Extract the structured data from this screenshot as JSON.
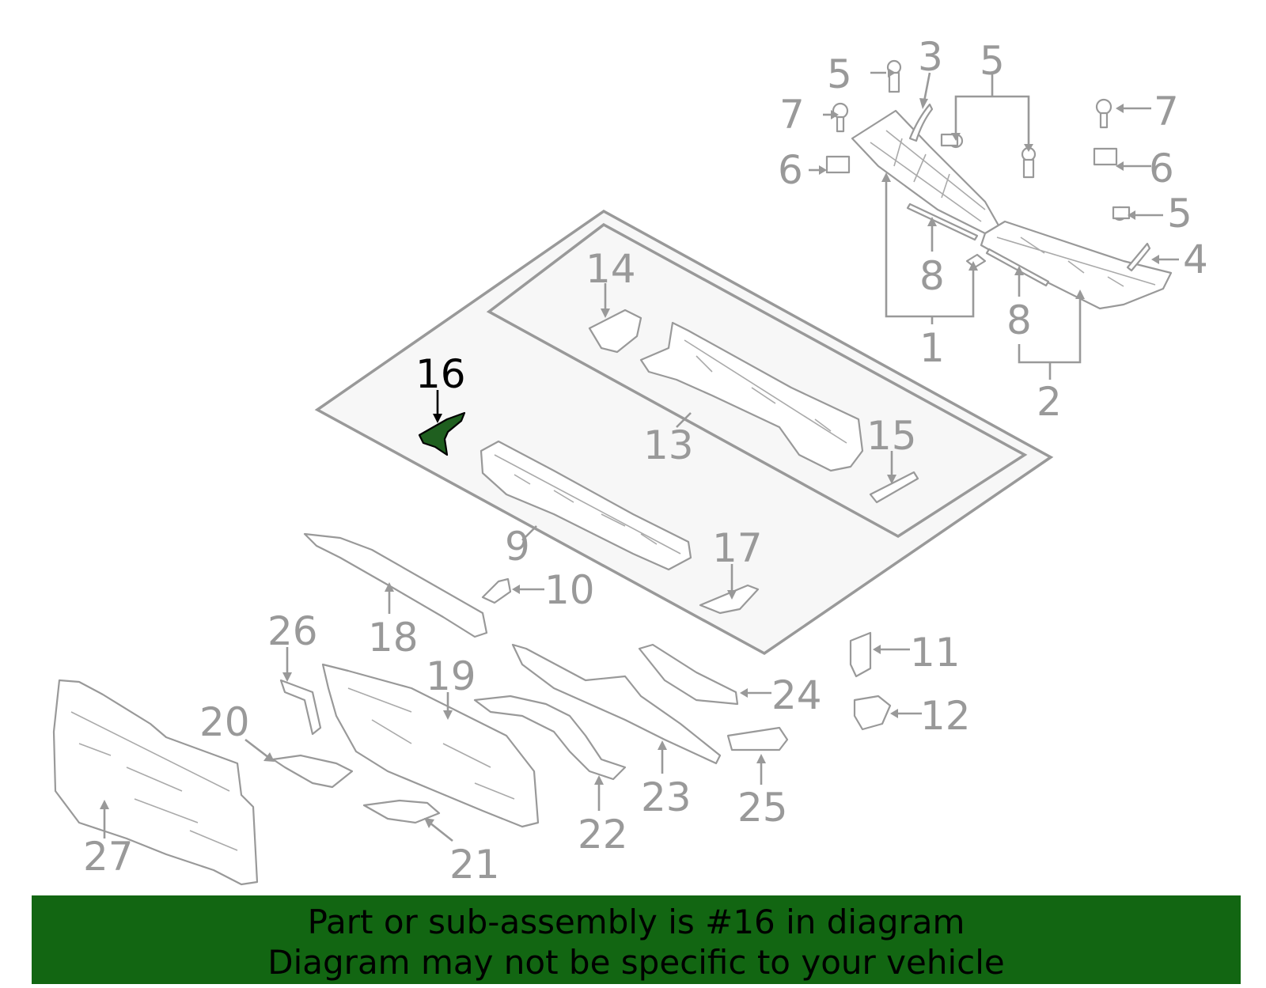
{
  "colors": {
    "line": "#999999",
    "highlight_part": "#1f5f1f",
    "banner_background": "#126612",
    "banner_text": "#000000",
    "panel_fill": "#f7f7f7"
  },
  "highlighted_part": "16",
  "callouts": [
    "1",
    "2",
    "3",
    "4",
    "5",
    "5",
    "5",
    "6",
    "6",
    "7",
    "7",
    "8",
    "8",
    "9",
    "10",
    "11",
    "12",
    "13",
    "14",
    "15",
    "16",
    "17",
    "18",
    "19",
    "20",
    "21",
    "22",
    "23",
    "24",
    "25",
    "26",
    "27"
  ],
  "banner": {
    "line1": "Part or sub-assembly is #16 in diagram",
    "line2": "Diagram may not be specific to your vehicle"
  }
}
